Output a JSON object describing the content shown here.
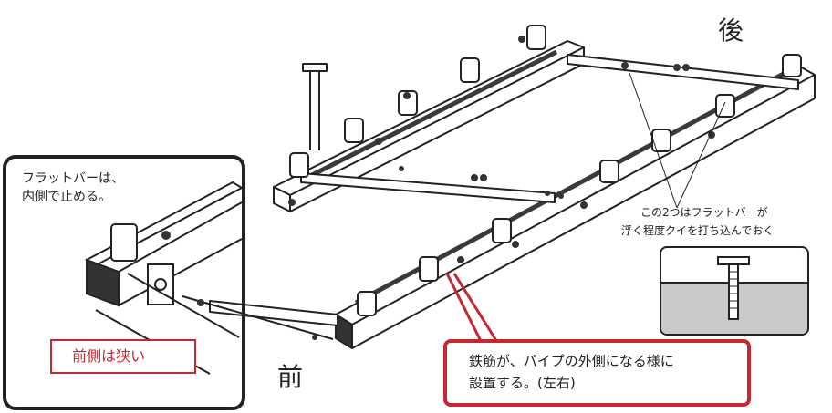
{
  "labels": {
    "back": "後",
    "front": "前",
    "inset_note_line1": "フラットバーは、",
    "inset_note_line2": "内側で止める。",
    "front_narrow": "前側は狭い",
    "pile_note_line1": "この2つはフラットバーが",
    "pile_note_line2": "浮く程度クイを打ち込んでおく",
    "rebar_note_line1": "鉄筋が、パイプの外側になる様に",
    "rebar_note_line2": "設置する。(左右)"
  },
  "colors": {
    "line": "#222222",
    "callout_red": "#c62832",
    "ground_gray": "#c9c9c9",
    "bar_dark": "#3a3a3a"
  }
}
